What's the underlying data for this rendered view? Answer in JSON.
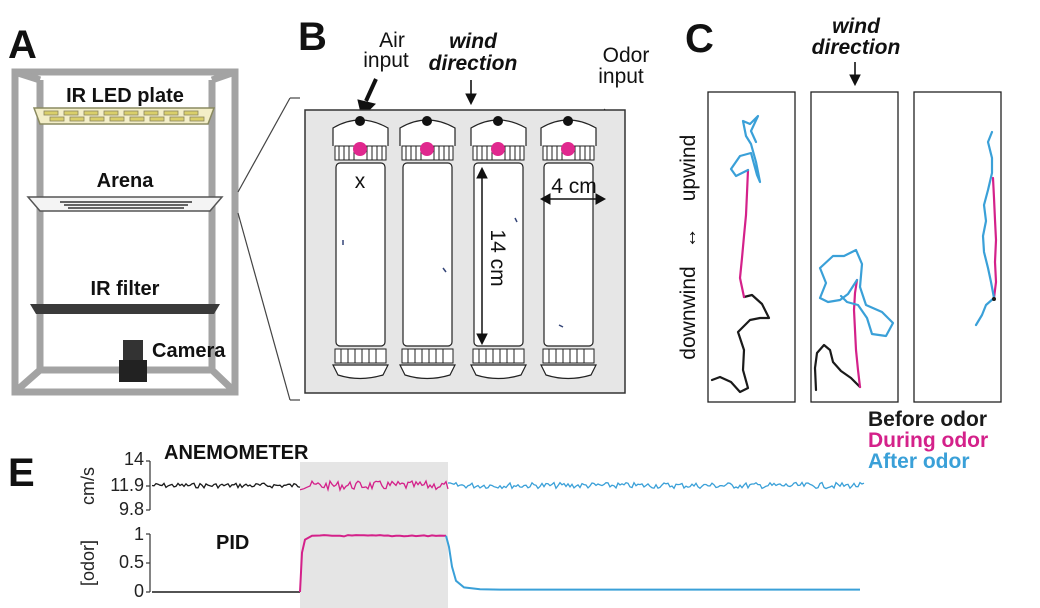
{
  "panels": {
    "a": "A",
    "b": "B",
    "c": "C",
    "e": "E"
  },
  "panel_a": {
    "ir_led_plate": "IR LED plate",
    "arena": "Arena",
    "ir_filter": "IR filter",
    "camera": "Camera"
  },
  "panel_b": {
    "air_input_line1": "Air",
    "air_input_line2": "input",
    "wind_line1": "wind",
    "wind_line2": "direction",
    "odor_input_line1": "Odor",
    "odor_input_line2": "input",
    "x_mark": "x",
    "length": "14 cm",
    "width": "4 cm"
  },
  "panel_c": {
    "wind_line1": "wind",
    "wind_line2": "direction",
    "upwind": "upwind",
    "downwind": "downwind",
    "arrow": "↔"
  },
  "legend": {
    "before": "Before odor",
    "during": "During odor",
    "after": "After odor"
  },
  "colors": {
    "before": "#1a1a1a",
    "during": "#d4218a",
    "after": "#3aa0d8",
    "odor_port": "#e0288e",
    "arena_bg": "#e6e6e6",
    "frame": "#9e9e9e",
    "shade": "#e5e5e5"
  },
  "chart_data": [
    {
      "type": "line",
      "title": "ANEMOMETER",
      "ylabel": "cm/s",
      "yticks": [
        "14",
        "11.9",
        "9.8"
      ],
      "ylim": [
        9.8,
        14
      ],
      "segments": [
        {
          "name": "Before odor",
          "level": 11.9
        },
        {
          "name": "During odor",
          "level": 11.9
        },
        {
          "name": "After odor",
          "level": 11.9
        }
      ]
    },
    {
      "type": "line",
      "title": "PID",
      "ylabel": "[odor]",
      "yticks": [
        "1",
        "0.5",
        "0"
      ],
      "ylim": [
        0,
        1
      ],
      "segments": [
        {
          "name": "Before odor",
          "level": 0.0
        },
        {
          "name": "During odor",
          "level": 0.97
        },
        {
          "name": "After odor",
          "level": 0.04
        }
      ]
    }
  ]
}
